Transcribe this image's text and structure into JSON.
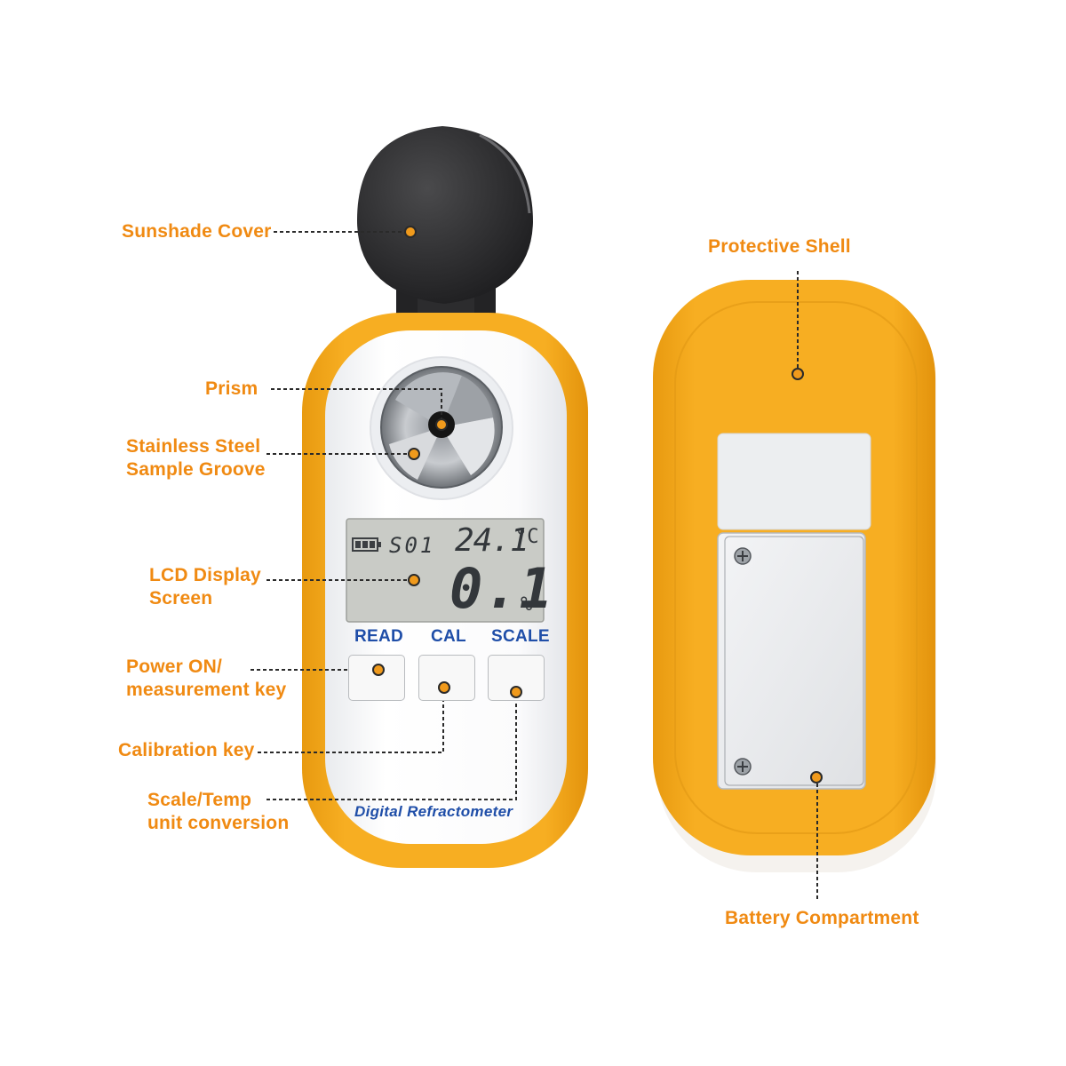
{
  "labels": {
    "sunshade_cover": "Sunshade Cover",
    "protective_shell": "Protective Shell",
    "prism": "Prism",
    "sample_groove_line1": "Stainless Steel",
    "sample_groove_line2": "Sample Groove",
    "lcd_line1": "LCD Display",
    "lcd_line2": "Screen",
    "power_line1": "Power ON/",
    "power_line2": "measurement key",
    "calibration_key": "Calibration key",
    "scale_line1": "Scale/Temp",
    "scale_line2": "unit conversion",
    "battery_compartment": "Battery Compartment"
  },
  "device": {
    "keys": {
      "read": "READ",
      "cal": "CAL",
      "scale": "SCALE"
    },
    "brand_text": "Digital Refractometer",
    "lcd": {
      "mode": "S01",
      "temperature": "24.1",
      "temp_unit": "°C",
      "reading": "0.1",
      "reading_unit": "%"
    }
  },
  "colors": {
    "label": "#f08a12",
    "shell": "#f7ac1c",
    "key_text": "#1f4ea8",
    "lcd_bg": "#c9cbc6"
  },
  "icons": [
    "battery-icon",
    "screw-icon"
  ]
}
